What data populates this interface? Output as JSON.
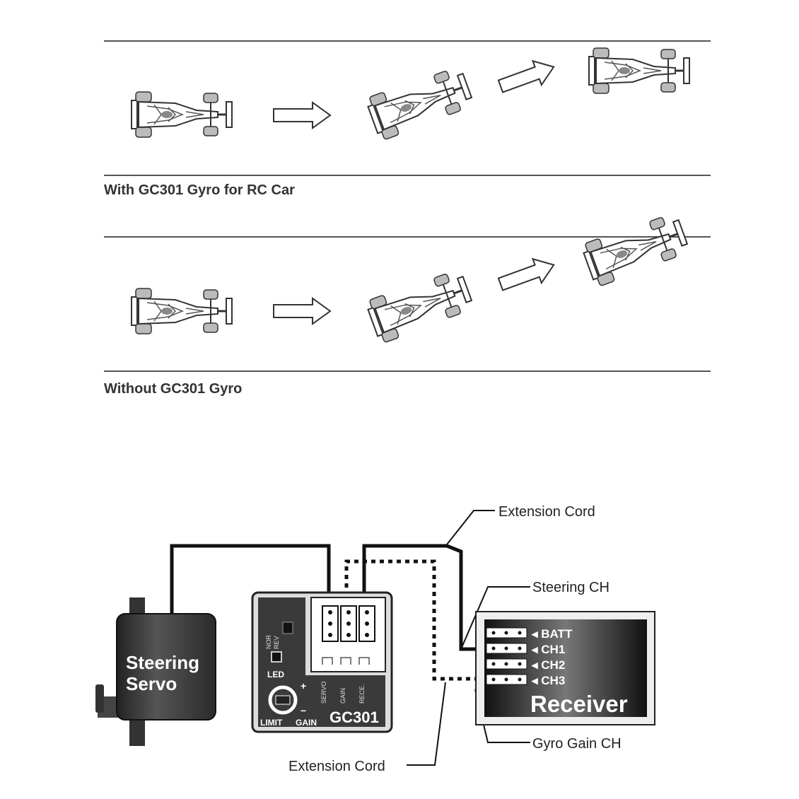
{
  "captions": {
    "with_gyro": "With GC301 Gyro for RC Car",
    "without_gyro": "Without GC301 Gyro"
  },
  "wiring": {
    "extension_cord_top": "Extension Cord",
    "extension_cord_bottom": "Extension Cord",
    "steering_ch": "Steering CH",
    "gyro_gain_ch": "Gyro Gain CH"
  },
  "servo": {
    "line1": "Steering",
    "line2": "Servo"
  },
  "gyro": {
    "model": "GC301",
    "led": "LED",
    "limit": "LIMIT",
    "gain": "GAIN",
    "ports": [
      "SERVO",
      "GAIN",
      "RECE."
    ],
    "switch_labels": [
      "NOR",
      "REV"
    ],
    "plus": "+",
    "minus": "−"
  },
  "receiver": {
    "title": "Receiver",
    "channels": [
      "BATT",
      "CH1",
      "CH2",
      "CH3"
    ]
  },
  "colors": {
    "line": "#555555",
    "device": "#3a3a3a",
    "wire": "#111111"
  }
}
